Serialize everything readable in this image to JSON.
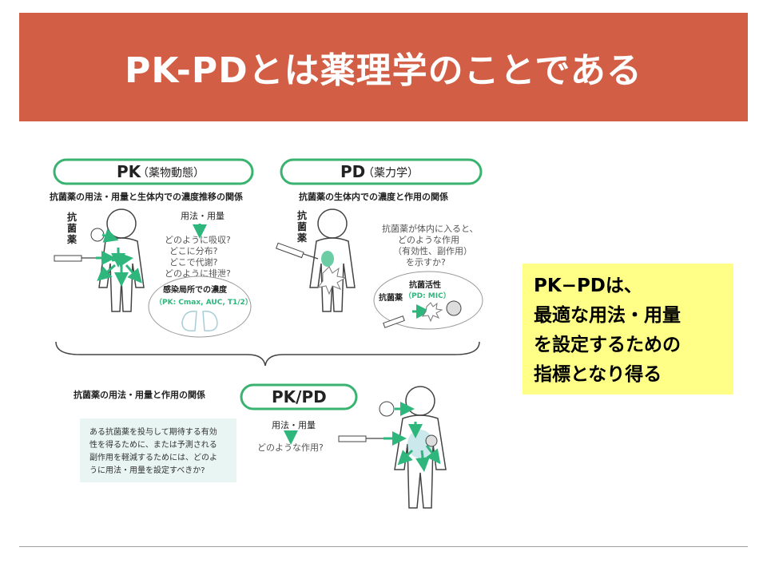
{
  "title": "PK-PDとは薬理学のことである",
  "figure": {
    "pk": {
      "label": "PK",
      "sub": "（薬物動態）",
      "heading": "抗菌薬の用法・用量と生体内での濃度推移の関係",
      "drug_label": [
        "抗",
        "菌",
        "薬"
      ],
      "dosage": "用法・用量",
      "questions": [
        "どのように吸収?",
        "どこに分布?",
        "どこで代謝?",
        "どのように排泄?"
      ],
      "site_title": "感染局所での濃度",
      "site_params": "（PK: Cmax, AUC, T1/2）"
    },
    "pd": {
      "label": "PD",
      "sub": "（薬力学）",
      "heading": "抗菌薬の生体内での濃度と作用の関係",
      "drug_label": [
        "抗",
        "菌",
        "薬"
      ],
      "questions": [
        "抗菌薬が体内に入ると、",
        "どのような作用",
        "（有効性、副作用）",
        "を示すか?"
      ],
      "activity_title": "抗菌活性",
      "activity_params": "（PD: MIC）",
      "drug_small": "抗菌薬"
    },
    "pkpd": {
      "label": "PK/PD",
      "heading": "抗菌薬の用法・用量と作用の関係",
      "box_lines": [
        "ある抗菌薬を投与して期待する有効",
        "性を得るために、または予測される",
        "副作用を軽減するためには、どのよ",
        "うに用法・用量を設定すべきか?"
      ],
      "dosage": "用法・用量",
      "question": "どのような作用?"
    }
  },
  "callout": {
    "lines": [
      "PK−PDは、",
      "最適な用法・用量",
      "を設定するための",
      "指標となり得る"
    ]
  },
  "colors": {
    "title_bar": "#d25e46",
    "callout_bg": "#ffff88",
    "green": "#2eb67d",
    "frame_green": "#39b36f"
  }
}
